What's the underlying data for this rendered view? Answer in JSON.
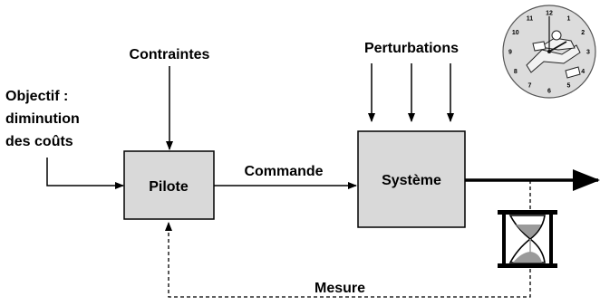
{
  "labels": {
    "contraintes": "Contraintes",
    "perturbations": "Perturbations",
    "objectif_line1": "Objectif :",
    "objectif_line2": "diminution",
    "objectif_line3": "des coûts",
    "commande": "Commande",
    "mesure": "Mesure"
  },
  "blocks": {
    "pilote": "Pilote",
    "systeme": "Système"
  },
  "clock_numerals": [
    "12",
    "1",
    "2",
    "3",
    "4",
    "5",
    "6",
    "7",
    "8",
    "9",
    "10",
    "11"
  ],
  "colors": {
    "block_fill": "#d9d9d9",
    "line": "#000000",
    "clock_face": "#dcdcdc",
    "sand": "#9a9a9a"
  },
  "icons": {
    "clock": "clock-with-running-man-icon",
    "hourglass": "hourglass-icon"
  }
}
